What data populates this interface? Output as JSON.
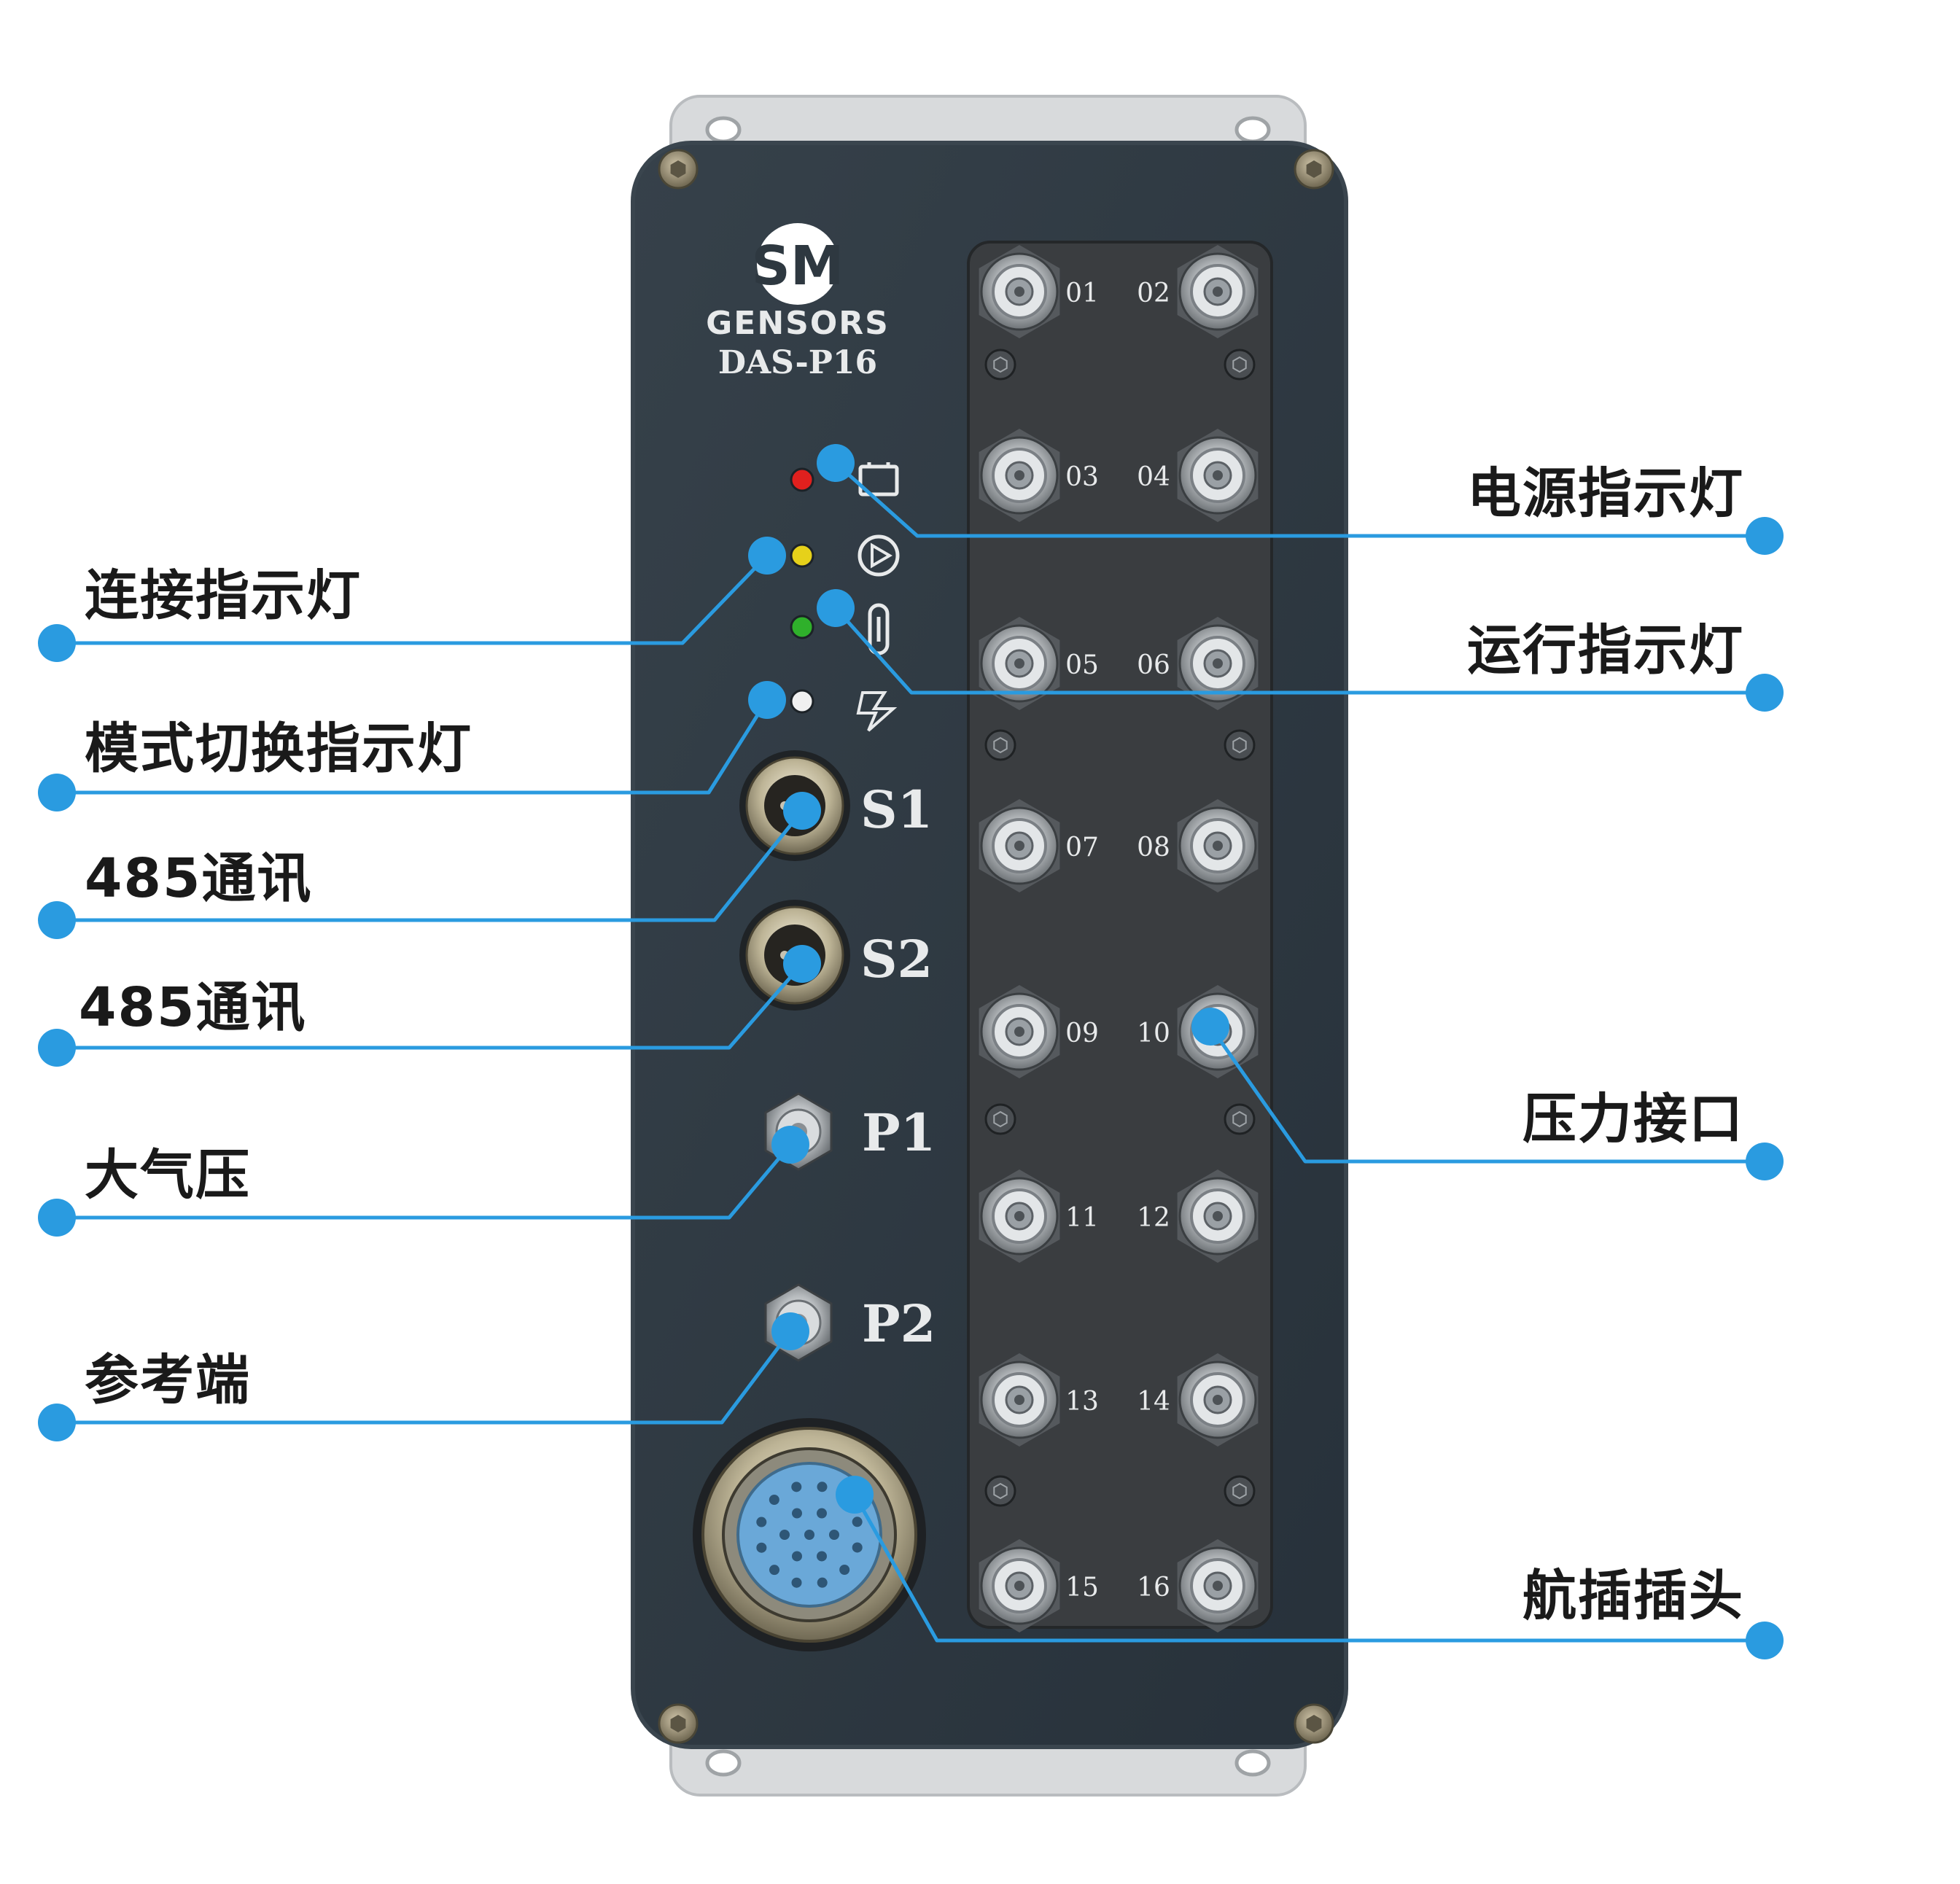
{
  "colors": {
    "callout": "#2a9be0",
    "housing": "#2e3840",
    "housing_edge": "#3a454e",
    "bracket": "#d8dadc",
    "port_panel": "#3a3d40",
    "metal": "#c9ccce",
    "aviation_blue": "#6aa8d8",
    "led_red": "#e0201e",
    "led_yellow": "#e6d11a",
    "led_green": "#2fb02b",
    "led_white": "#f0f0f0",
    "text_light": "#e8eaeb"
  },
  "device": {
    "brand": "GENSORS",
    "model": "DAS-P16",
    "logo_icon": "sm-logo-icon",
    "led_icons": [
      "battery-icon",
      "play-icon",
      "link-icon",
      "lightning-icon"
    ]
  },
  "ports": {
    "pressure_labels": [
      "01",
      "02",
      "03",
      "04",
      "05",
      "06",
      "07",
      "08",
      "09",
      "10",
      "11",
      "12",
      "13",
      "14",
      "15",
      "16"
    ],
    "serial_labels": [
      "S1",
      "S2"
    ],
    "pneumatic_labels": [
      "P1",
      "P2"
    ]
  },
  "callouts": {
    "left": [
      {
        "id": "connection-led",
        "label": "连接指示灯"
      },
      {
        "id": "mode-switch-led",
        "label": "模式切换指示灯"
      },
      {
        "id": "rs485-s1",
        "label": "485通讯"
      },
      {
        "id": "rs485-s2",
        "label": "485通讯"
      },
      {
        "id": "atmospheric-pressure",
        "label": "大气压"
      },
      {
        "id": "reference-port",
        "label": "参考端"
      }
    ],
    "right": [
      {
        "id": "power-led",
        "label": "电源指示灯"
      },
      {
        "id": "run-led",
        "label": "运行指示灯"
      },
      {
        "id": "pressure-port",
        "label": "压力接口"
      },
      {
        "id": "aviation-plug",
        "label": "航插插头"
      }
    ]
  }
}
